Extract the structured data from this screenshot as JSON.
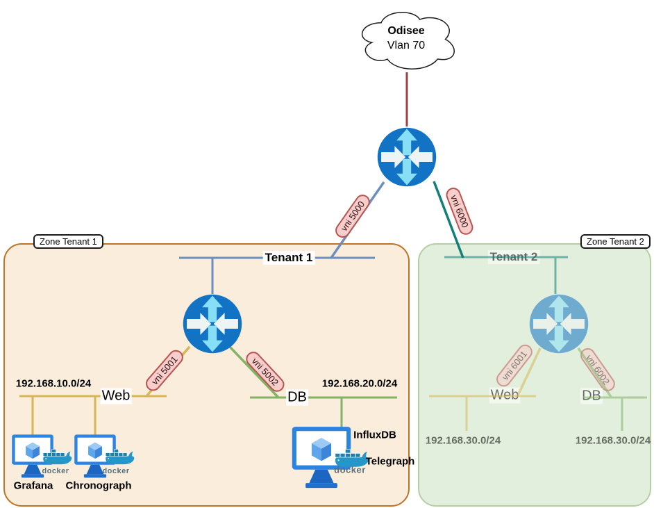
{
  "cloud": {
    "name": "Odisee",
    "vlan": "Vlan 70"
  },
  "links": {
    "vni5000": "vni 5000",
    "vni6000": "vni 6000",
    "vni5001": "vni 5001",
    "vni5002": "vni 5002",
    "vni6001": "vni 6001",
    "vni6002": "vni 6002"
  },
  "tenant1": {
    "zone_label": "Zone Tenant 1",
    "bus_label": "Tenant 1",
    "web": {
      "label": "Web",
      "subnet": "192.168.10.0/24"
    },
    "db": {
      "label": "DB",
      "subnet": "192.168.20.0/24"
    },
    "hosts": {
      "grafana": "Grafana",
      "chronograph": "Chronograph",
      "influxdb": "InfluxDB",
      "telegraph": "Telegraph"
    }
  },
  "tenant2": {
    "zone_label": "Zone Tenant 2",
    "bus_label": "Tenant 2",
    "web": {
      "label": "Web",
      "subnet": "192.168.30.0/24"
    },
    "db": {
      "label": "DB",
      "subnet": "192.168.30.0/24"
    }
  },
  "docker_label": "docker",
  "colors": {
    "tenant1_zone_fill": "#faeddc",
    "tenant1_zone_border": "#bf7326",
    "tenant2_zone_fill": "#e3efdd",
    "tenant2_zone_border": "#b4cfa2",
    "tenant1_link_blue": "#6c8ebf",
    "tenant2_link_teal": "#128078",
    "web_link_gold": "#d6b656",
    "db_link_green": "#82b366",
    "cloud_uplink_maroon": "#9a4244",
    "vni_pill_fill": "#f8cecc",
    "vni_pill_border": "#b85450",
    "router_blue": "#1273c4",
    "router_arrow_cyan": "#86dff7",
    "docker_teal": "#2496c8"
  }
}
